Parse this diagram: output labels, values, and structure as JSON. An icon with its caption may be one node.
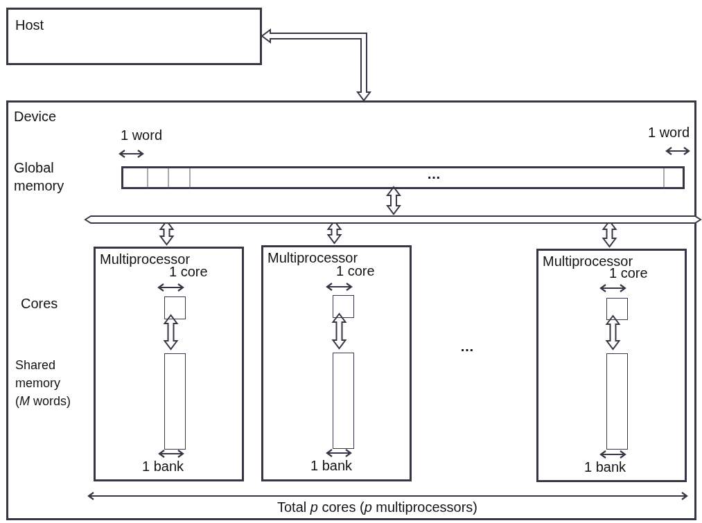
{
  "diagram": {
    "nodes": [
      {
        "text": [
          "Host"
        ]
      },
      {
        "text": [
          "Device"
        ]
      },
      {
        "text": [
          "…"
        ],
        "in": 1
      },
      {
        "text": [],
        "shape": "bar",
        "in": 1
      },
      {
        "text": [
          "Multiprocessor"
        ],
        "in": 1
      },
      {
        "text": [
          "Multiprocessor"
        ],
        "in": 1
      },
      {
        "text": [
          "Multiprocessor"
        ],
        "in": 1
      },
      {
        "text": [],
        "shape": "box",
        "in": 4
      },
      {
        "text": [],
        "shape": "box",
        "in": 4
      },
      {
        "text": [],
        "shape": "box",
        "in": 5
      },
      {
        "text": [],
        "shape": "box",
        "in": 5
      },
      {
        "text": [],
        "shape": "box",
        "in": 6
      },
      {
        "text": [],
        "shape": "box",
        "in": 6
      }
    ],
    "edges": [
      {
        "from": 0,
        "to": 1,
        "arrow": "both",
        "style": "thick"
      },
      {
        "from": 2,
        "to": 3,
        "arrow": "both",
        "style": "thick"
      },
      {
        "from": 3,
        "to": 4,
        "arrow": "both",
        "style": "thick"
      },
      {
        "from": 3,
        "to": 5,
        "arrow": "both",
        "style": "thick"
      },
      {
        "from": 3,
        "to": 6,
        "arrow": "both",
        "style": "thick"
      },
      {
        "from": 7,
        "to": 8,
        "arrow": "both",
        "style": "thick"
      },
      {
        "from": 9,
        "to": 10,
        "arrow": "both",
        "style": "thick"
      },
      {
        "from": 11,
        "to": 12,
        "arrow": "both",
        "style": "thick"
      }
    ],
    "labels": [
      "Global memory",
      "1 word",
      "1 word",
      "1 core",
      "1 core",
      "1 core",
      "Cores",
      "Shared memory (*M* words)",
      "…",
      "1 bank",
      "1 bank",
      "1 bank",
      "Total *p* cores (*p* multiprocessors)"
    ]
  }
}
